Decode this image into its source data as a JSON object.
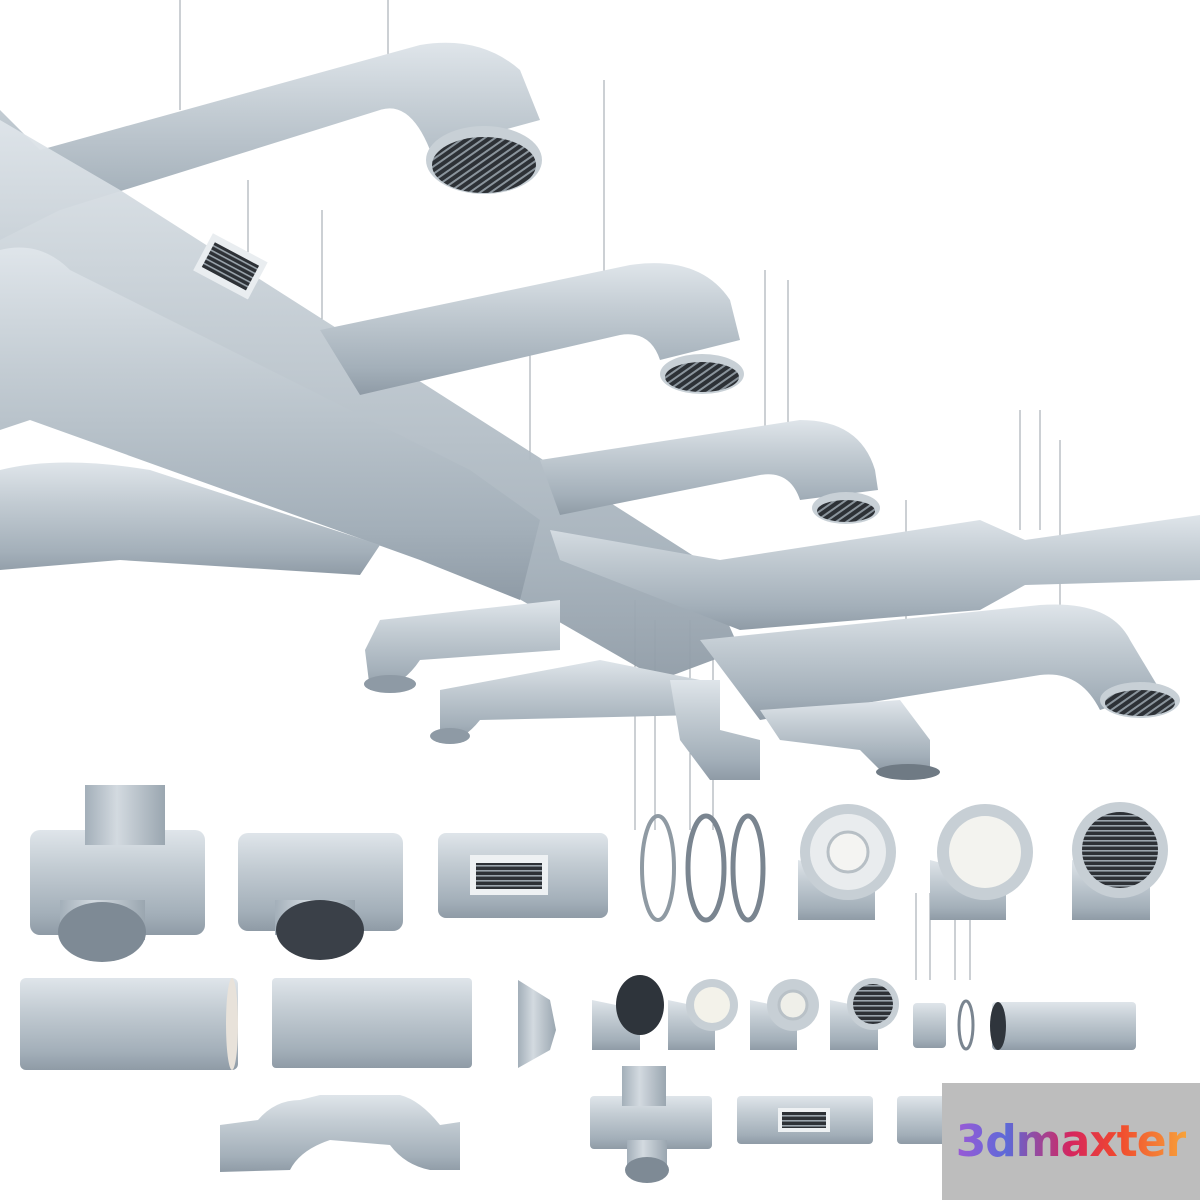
{
  "image": {
    "description": "3D render of galvanized spiral ventilation duct system and fittings on white background",
    "background": "#ffffff",
    "duct_color": "#b9c4cc",
    "duct_shadow": "#8e9aa5",
    "duct_highlight": "#dde3e8",
    "grille_color": "#2f3338"
  },
  "assembly": {
    "label": "suspended duct network",
    "elbow_outlets": 6,
    "hanger_rods": "thin vertical wires"
  },
  "components": {
    "row1": [
      "cross fitting",
      "tee fitting",
      "duct with rectangular grille",
      "clamp rings x3",
      "elbow with round diffuser",
      "elbow with cap",
      "elbow with round grille"
    ],
    "row2": [
      "spiral duct",
      "spiral duct",
      "reducer cone",
      "elbow open",
      "elbow with diffuser",
      "elbow with diffuser",
      "elbow with grille",
      "coupling",
      "ring",
      "spiral duct"
    ],
    "row3": [
      "offset bend",
      "cross fitting",
      "duct with rectangular grille",
      "duct"
    ]
  },
  "watermark": {
    "text": "3dmaxter",
    "box_color": "#bdbdbd"
  }
}
